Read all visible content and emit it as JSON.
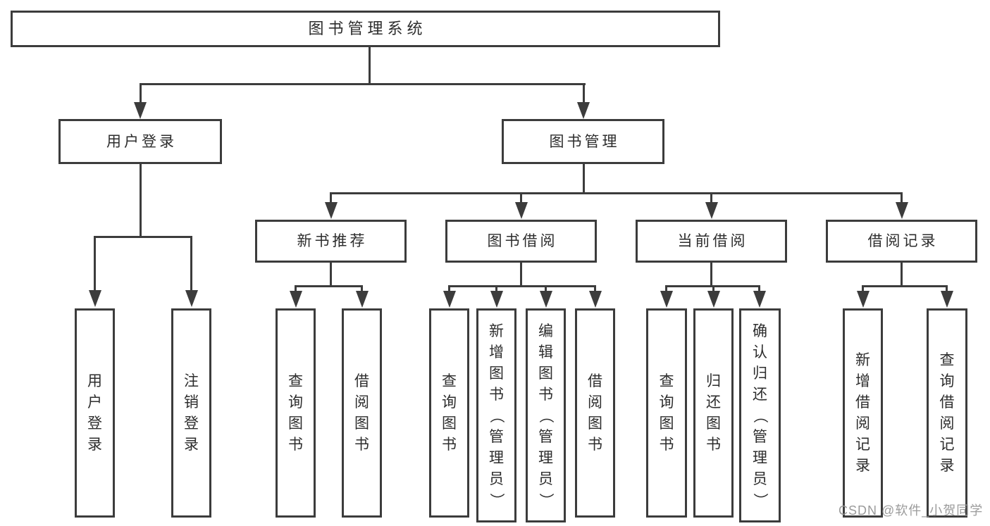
{
  "style": {
    "line_color": "#3c3c3c",
    "text_color": "#2d2d2d",
    "box_background": "#ffffff",
    "watermark_color": "#9b9b9b"
  },
  "watermark": {
    "text": "CSDN @软件_小贺同学"
  },
  "tree": {
    "label": "图书管理系统",
    "children": [
      {
        "label": "用户登录",
        "children": [
          {
            "label": "用户登录"
          },
          {
            "label": "注销登录"
          }
        ]
      },
      {
        "label": "图书管理",
        "children": [
          {
            "label": "新书推荐",
            "children": [
              {
                "label": "查询图书"
              },
              {
                "label": "借阅图书"
              }
            ]
          },
          {
            "label": "图书借阅",
            "children": [
              {
                "label": "查询图书"
              },
              {
                "label": "新增图书（管理员）"
              },
              {
                "label": "编辑图书（管理员）"
              },
              {
                "label": "借阅图书"
              }
            ]
          },
          {
            "label": "当前借阅",
            "children": [
              {
                "label": "查询图书"
              },
              {
                "label": "归还图书"
              },
              {
                "label": "确认归还（管理员）"
              }
            ]
          },
          {
            "label": "借阅记录",
            "children": [
              {
                "label": "新增借阅记录"
              },
              {
                "label": "查询借阅记录"
              }
            ]
          }
        ]
      }
    ]
  }
}
